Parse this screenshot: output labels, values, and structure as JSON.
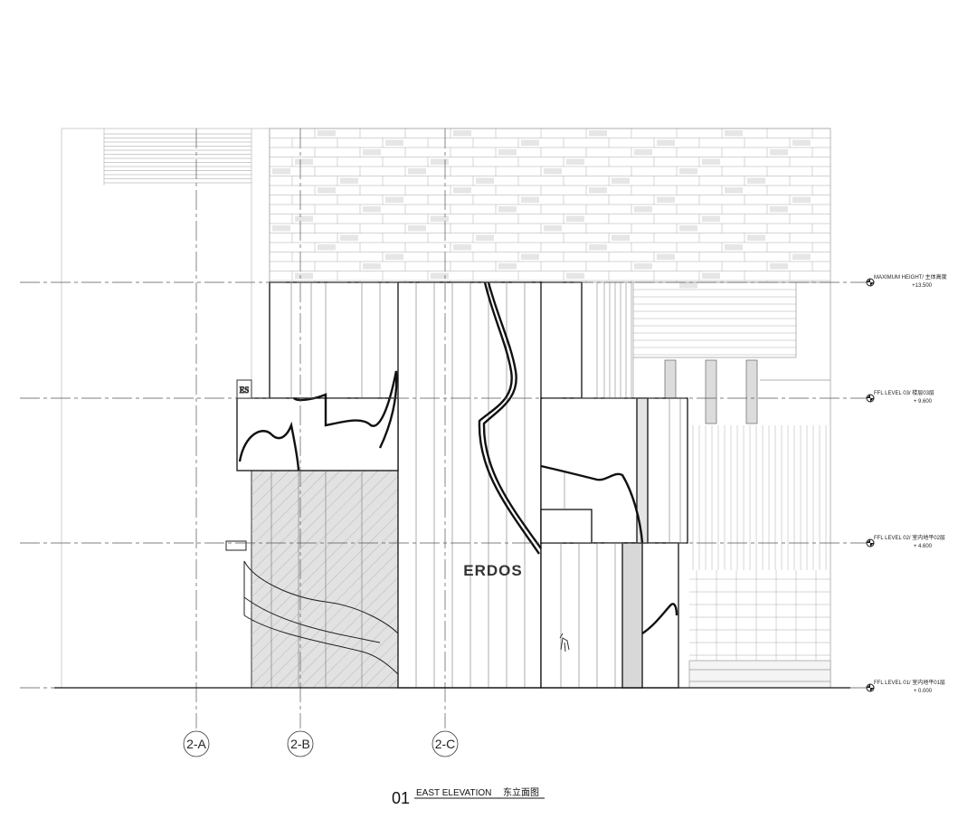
{
  "drawing": {
    "title_number": "01",
    "title_en": "EAST ELEVATION",
    "title_cn": "东立面图",
    "facade_sign": "ERDOS"
  },
  "levels": [
    {
      "label": "MAXIMUM  HEIGHT/ 主体高度",
      "elevation": "+13.500"
    },
    {
      "label": "FFL LEVEL 03/ 楼层03层",
      "elevation": "+ 9.600"
    },
    {
      "label": "FFL LEVEL 02/ 室内地平02层",
      "elevation": "+ 4.600"
    },
    {
      "label": "FFL LEVEL 01/ 室内地平01层",
      "elevation": "+ 0.000"
    }
  ],
  "grid_lines": [
    "2-A",
    "2-B",
    "2-C"
  ]
}
